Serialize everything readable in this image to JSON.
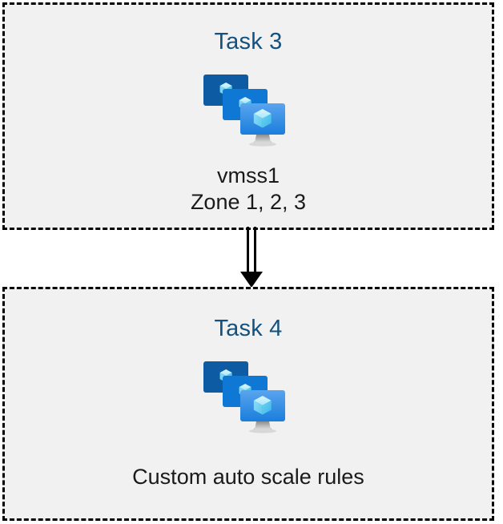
{
  "diagram": {
    "type": "flow",
    "background_color": "#ffffff",
    "box_fill_color": "#f1f1f1",
    "box_border_color": "#000000",
    "title_color": "#14517e",
    "caption_color": "#1a1a1a",
    "connector_color": "#000000"
  },
  "boxes": [
    {
      "title": "Task 3",
      "icon": "virtual-machine-scale-set-icon",
      "caption_lines": [
        "vmss1",
        "Zone 1, 2, 3"
      ]
    },
    {
      "title": "Task 4",
      "icon": "virtual-machine-scale-set-icon",
      "caption_lines": [
        "Custom auto scale rules"
      ]
    }
  ],
  "connector": {
    "name": "double-line-arrow-down",
    "from": "Task 3",
    "to": "Task 4",
    "direction": "down"
  },
  "icon_colors": {
    "monitor_back": "#0d5ca3",
    "monitor_mid": "#0f78d4",
    "monitor_front_top": "#55a2ec",
    "monitor_front_bottom": "#1b7fdd",
    "cube_light": "#c9f0fb",
    "cube_mid": "#86ddf7",
    "cube_dark": "#4cc6ef",
    "stand_top": "#8a8a8a",
    "stand_bottom": "#d9d9d9"
  }
}
